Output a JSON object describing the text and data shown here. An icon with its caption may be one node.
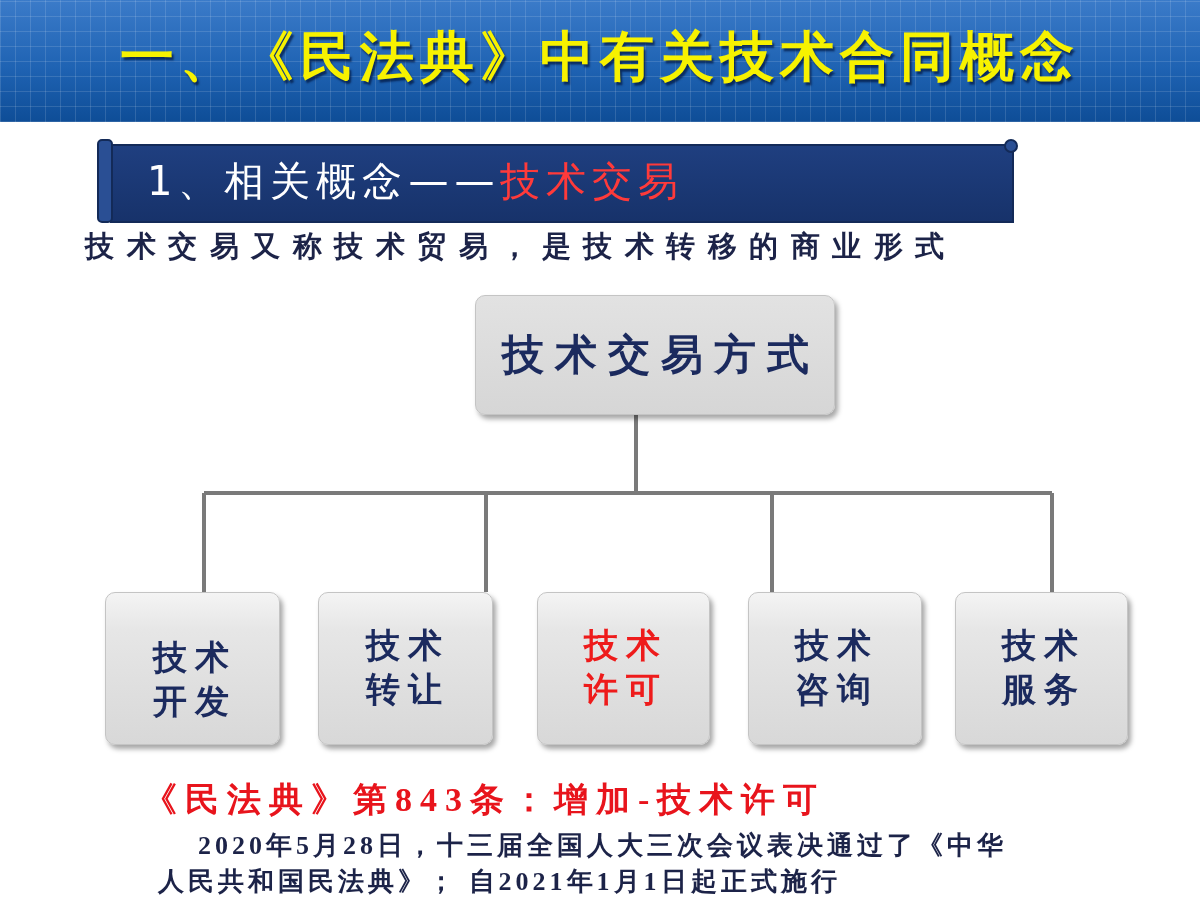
{
  "diagram": {
    "title": "一、《民法典》中有关技术合同概念",
    "nodes": [
      {
        "text": [
          "1、相关概念——",
          "技术交易"
        ]
      },
      {
        "text": [
          "技术交易方式"
        ]
      },
      {
        "text": [
          "技术开发"
        ]
      },
      {
        "text": [
          "技术转让"
        ]
      },
      {
        "text": [
          "技术许可"
        ]
      },
      {
        "text": [
          "技术咨询"
        ]
      },
      {
        "text": [
          "技术服务"
        ]
      }
    ],
    "edges": [
      {
        "from": 1,
        "to": 2,
        "arrow": "none"
      },
      {
        "from": 1,
        "to": 3,
        "arrow": "none"
      },
      {
        "from": 1,
        "to": 5,
        "arrow": "none"
      },
      {
        "from": 1,
        "to": 6,
        "arrow": "none"
      }
    ],
    "labels": [
      "技术交易又称技术贸易，是技术转移的商业形式",
      "《民法典》第843条：增加-技术许可",
      "2020年5月28日，十三届全国人大三次会议表决通过了《中华人民共和国民法典》； 自2021年1月1日起正式施行"
    ]
  }
}
